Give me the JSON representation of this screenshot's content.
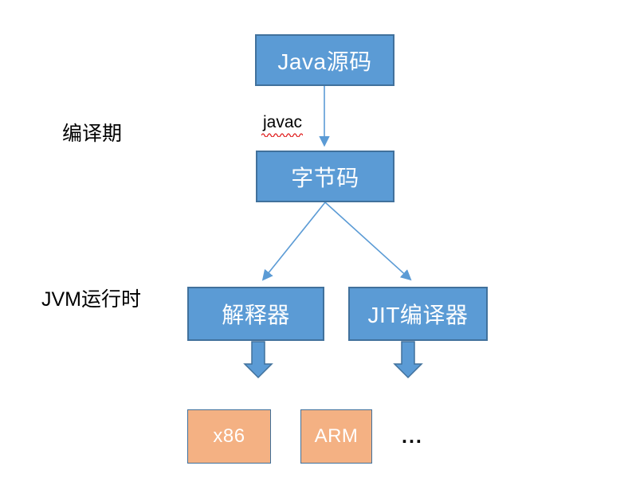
{
  "diagram": {
    "title_implied": "Java compile and JVM runtime pipeline",
    "phase_labels": {
      "compile": "编译期",
      "runtime": "JVM运行时"
    },
    "edge_labels": {
      "javac": "javac"
    },
    "nodes": {
      "java_source": "Java源码",
      "bytecode": "字节码",
      "interpreter": "解释器",
      "jit_compiler": "JIT编译器",
      "x86": "x86",
      "arm": "ARM",
      "more": "..."
    },
    "colors": {
      "process_node_fill": "#5B9BD5",
      "process_node_border": "#41719C",
      "target_node_fill": "#F4B183",
      "target_node_border": "#41719C",
      "connector": "#5B9BD5",
      "block_arrow_fill": "#5B9BD5",
      "block_arrow_border": "#41719C",
      "divider_line": "#8FB6E4",
      "node_text": "#FFFFFF",
      "label_text": "#000000",
      "spellcheck_underline": "#E02020",
      "background": "#FFFFFF"
    }
  }
}
